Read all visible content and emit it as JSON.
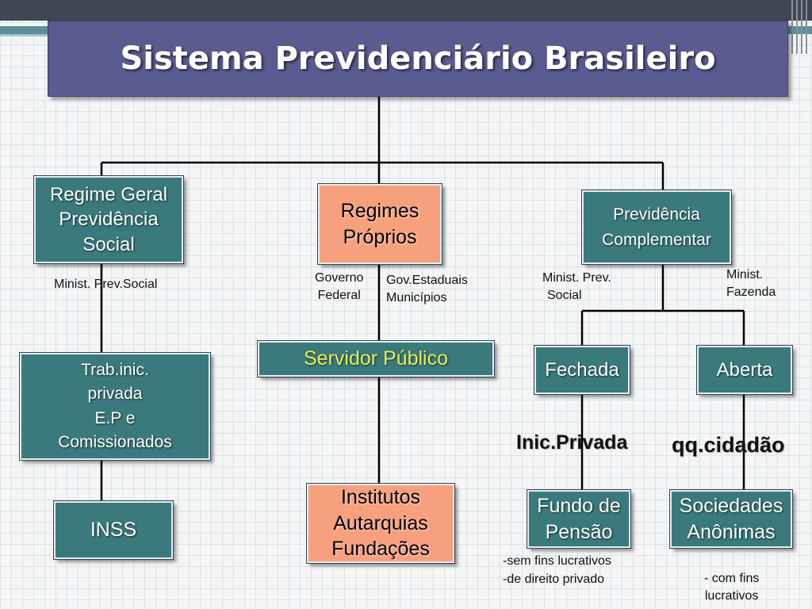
{
  "title": "Sistema Previdenciário Brasileiro",
  "boxes": {
    "regime_geral": [
      "Regime Geral",
      "Previdência",
      "Social"
    ],
    "regimes_proprios": [
      "Regimes",
      "Próprios"
    ],
    "previdencia_complementar": [
      "Previdência",
      "Complementar"
    ],
    "trab": [
      "Trab.inic.",
      "privada",
      "E.P e",
      "Comissionados"
    ],
    "inss": "INSS",
    "servidor_publico": "Servidor Público",
    "institutos": [
      "Institutos",
      "Autarquias",
      "Fundações"
    ],
    "fechada": "Fechada",
    "aberta": "Aberta",
    "fundo": [
      "Fundo de",
      "Pensão"
    ],
    "sociedades": [
      "Sociedades",
      "Anônimas"
    ]
  },
  "notes": {
    "minist_prev_social": "Minist. Prev.Social",
    "governo_federal": [
      "Governo",
      "Federal"
    ],
    "gov_estaduais": [
      "Gov.Estaduais",
      "Municípios"
    ],
    "minist_prev_social_2": [
      "Minist. Prev.",
      "Social"
    ],
    "minist_fazenda": [
      "Minist.",
      "Fazenda"
    ],
    "sem_fins": [
      "-sem fins lucrativos",
      "-de direito privado"
    ],
    "com_fins": [
      "- com fins",
      "lucrativos"
    ]
  },
  "labels": {
    "inic_privada": "Inic.Privada",
    "qq_cidadao": "qq.cidadão"
  },
  "colors": {
    "title_bg": "#5a5b90",
    "teal": "#3a7a7c",
    "salmon": "#f7a07e",
    "servidor_text": "#e6ee57"
  }
}
